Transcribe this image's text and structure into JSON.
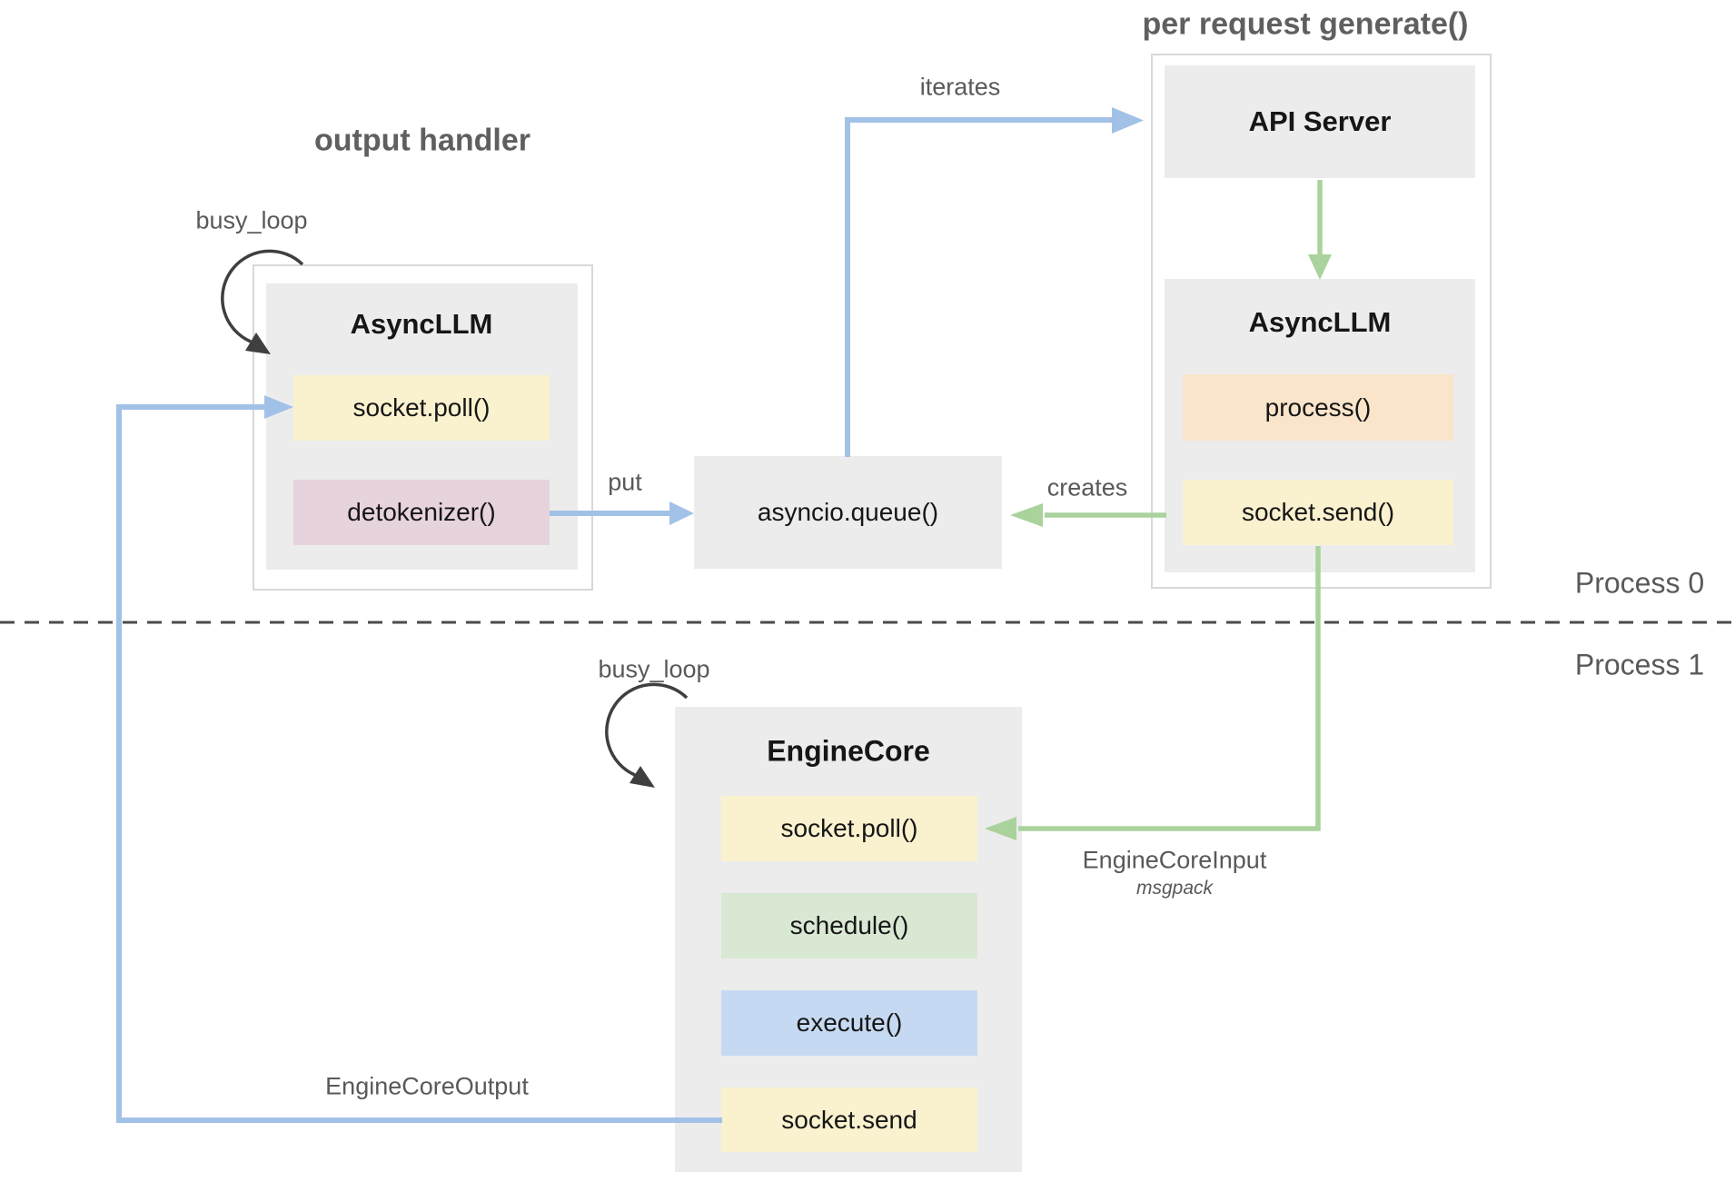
{
  "titles": {
    "left": "output handler",
    "right": "per request generate()"
  },
  "process_labels": {
    "p0": "Process 0",
    "p1": "Process 1"
  },
  "arrow_labels": {
    "iterates": "iterates",
    "put": "put",
    "creates": "creates",
    "busy_loop_left": "busy_loop",
    "busy_loop_bottom": "busy_loop",
    "engine_core_input": "EngineCoreInput",
    "engine_core_input_format": "msgpack",
    "engine_core_output": "EngineCoreOutput"
  },
  "nodes": {
    "api_server": {
      "title": "API Server"
    },
    "async_llm_right": {
      "title": "AsyncLLM",
      "methods": [
        "process()",
        "socket.send()"
      ]
    },
    "async_llm_left": {
      "title": "AsyncLLM",
      "methods": [
        "socket.poll()",
        "detokenizer()"
      ]
    },
    "engine_core": {
      "title": "EngineCore",
      "methods": [
        "socket.poll()",
        "schedule()",
        "execute()",
        "socket.send"
      ]
    },
    "asyncio_queue": {
      "title": "asyncio.queue()"
    }
  },
  "colors": {
    "box_gray": "#ececec",
    "outer_border": "#d8d8d8",
    "yellow": "#faf1ce",
    "peach": "#fae5cb",
    "pink": "#e7d3dd",
    "green_box": "#d9e8d2",
    "blue_box": "#c6d9f2",
    "arrow_blue": "#a2c1e7",
    "arrow_green": "#aad29c",
    "label_gray": "#58595b",
    "title_gray": "#5f5f5f",
    "text_black": "#161616",
    "arc_gray": "#3f3f3f",
    "dash_gray": "#4b4b4b"
  }
}
